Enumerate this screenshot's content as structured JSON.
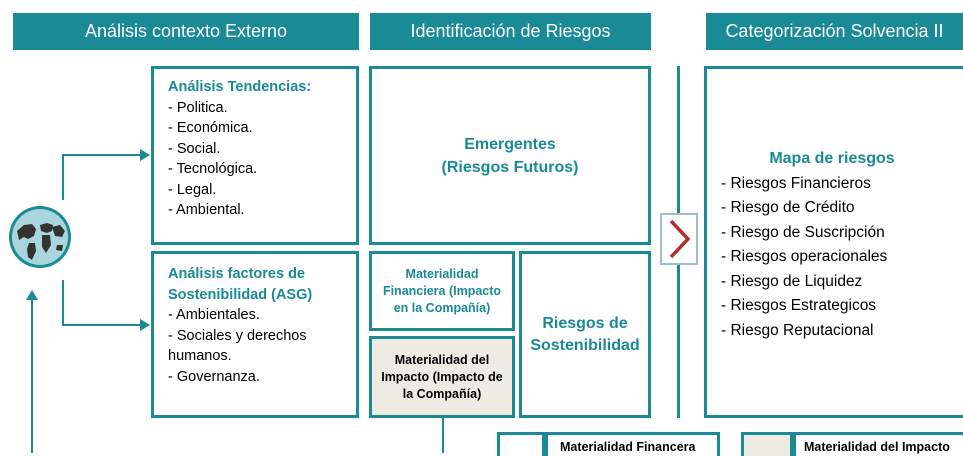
{
  "headers": {
    "external": "Análisis contexto Externo",
    "identification": "Identificación de Riesgos",
    "categorization": "Categorización Solvencia II"
  },
  "trends": {
    "title": "Análisis Tendencias:",
    "items": [
      "- Politica.",
      "- Económica.",
      "- Social.",
      "- Tecnológica.",
      "- Legal.",
      "- Ambiental."
    ]
  },
  "sustainability_factors": {
    "title_line1": "Análisis factores de",
    "title_line2": "Sostenibilidad (ASG)",
    "items": [
      "- Ambientales.",
      "- Sociales y derechos",
      "humanos.",
      "- Governanza."
    ]
  },
  "emergent": {
    "line1": "Emergentes",
    "line2": "(Riesgos Futuros)"
  },
  "financial_materiality": {
    "line1": "Materialidad",
    "line2": "Financiera (Impacto",
    "line3": "en la Compañía)"
  },
  "impact_materiality": {
    "line1": "Materialidad del",
    "line2": "Impacto (Impacto de",
    "line3": "la Compañía)"
  },
  "sustainability_risks": {
    "line1": "Riesgos de",
    "line2": "Sostenibilidad"
  },
  "risk_map": {
    "title": "Mapa de riesgos",
    "items": [
      "- Riesgos Financieros",
      "- Riesgo de Crédito",
      "- Riesgo de Suscripción",
      "- Riesgos operacionales",
      "- Riesgo de Liquidez",
      "- Riesgos Estrategicos",
      "- Riesgo Reputacional"
    ]
  },
  "legend": {
    "financial": "Materialidad Financera",
    "impact": "Materialidad del Impacto"
  },
  "colors": {
    "teal": "#1a8a97",
    "beige": "#eeebe3",
    "chevron": "#b03030"
  }
}
